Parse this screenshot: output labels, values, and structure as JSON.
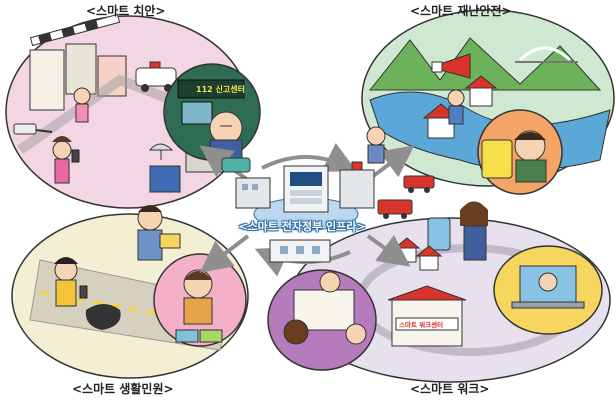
{
  "captions": {
    "top_left": "<스마트 치안>",
    "top_right": "<스마트 재난안전>",
    "bottom_left": "<스마트 생활민원>",
    "bottom_right": "<스마트 워크>"
  },
  "center_label": "<스마트 전자정부 인프라>",
  "signs": {
    "police_monitor": "112 신고센터",
    "work_center": "스마트 워크센터"
  },
  "colors": {
    "safety_bg": "#f3d6e3",
    "disaster_bg": "#cfe8d2",
    "civil_bg": "#f4eed2",
    "work_bg": "#e7e1ee",
    "hub_blue": "#2f6fa6",
    "arrow_grey": "#8f8f8f"
  },
  "icons": [
    "police-car-icon",
    "cctv-icon",
    "smartphone-icon",
    "megaphone-icon",
    "fire-truck-icon",
    "laptop-icon",
    "pothole-icon",
    "satellite-dish-icon"
  ]
}
